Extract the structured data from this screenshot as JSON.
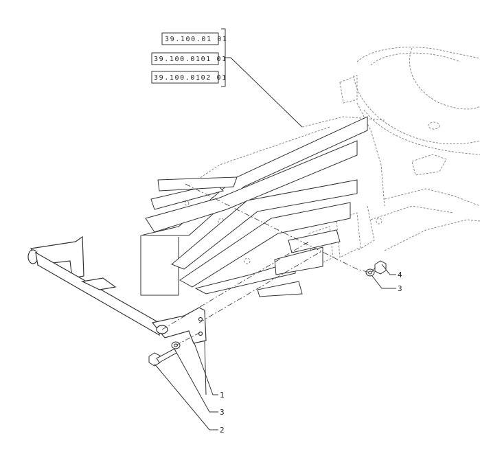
{
  "references": [
    {
      "code": "39.100.01 01"
    },
    {
      "code": "39.100.0101 01"
    },
    {
      "code": "39.100.0102 01"
    }
  ],
  "callouts": [
    {
      "label": "4"
    },
    {
      "label": "3"
    },
    {
      "label": "1"
    },
    {
      "label": "3"
    },
    {
      "label": "2"
    }
  ],
  "colors": {
    "line": "#333333",
    "phantom": "#888888",
    "background": "#ffffff"
  }
}
